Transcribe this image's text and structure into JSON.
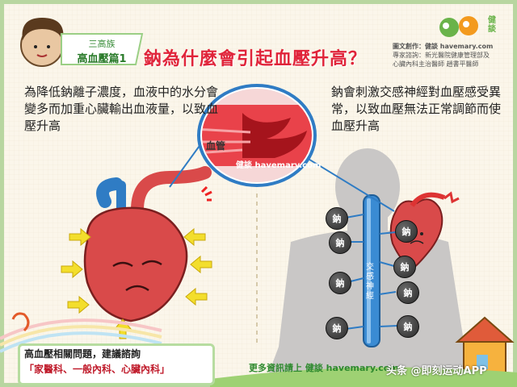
{
  "header": {
    "series_label": "三高族",
    "series_name": "高血壓篇1",
    "title": "鈉為什麼會引起血壓升高？",
    "credits_line1": "圖文創作：健談",
    "credits_site": "havemary.com",
    "credits_line2": "專家諮詢：新光醫院健康管理部及",
    "credits_line3": "心臟內科主治醫師 趙書平醫師",
    "logo_text": "健談"
  },
  "left_panel": {
    "text": "為降低鈉離子濃度，血液中的水分會變多而加重心臟輸出血液量，以致血壓升高"
  },
  "right_panel": {
    "text": "鈉會刺激交感神經對血壓感受異常，以致血壓無法正常調節而使血壓升高"
  },
  "vessel": {
    "label": "血管",
    "watermark": "健談 havemary.com"
  },
  "spine": {
    "label": "交感神經"
  },
  "sodium_ball_label": "鈉",
  "sodium_count": 8,
  "footer": {
    "advice_line1": "高血壓相關問題，建議諮詢",
    "advice_line2": "「家醫科、一般內科、心臟內科」",
    "watermark": "更多資訊請上 健談 havemary.com",
    "feed_watermark": "头条 @即刻运动APP"
  },
  "colors": {
    "title_red": "#e0243a",
    "accent_green": "#6ab34a",
    "border_green": "#b8d6a0",
    "arrow_yellow": "#f3de2c",
    "heart_red": "#d94a4a",
    "vessel_blue": "#2f7cc4"
  }
}
